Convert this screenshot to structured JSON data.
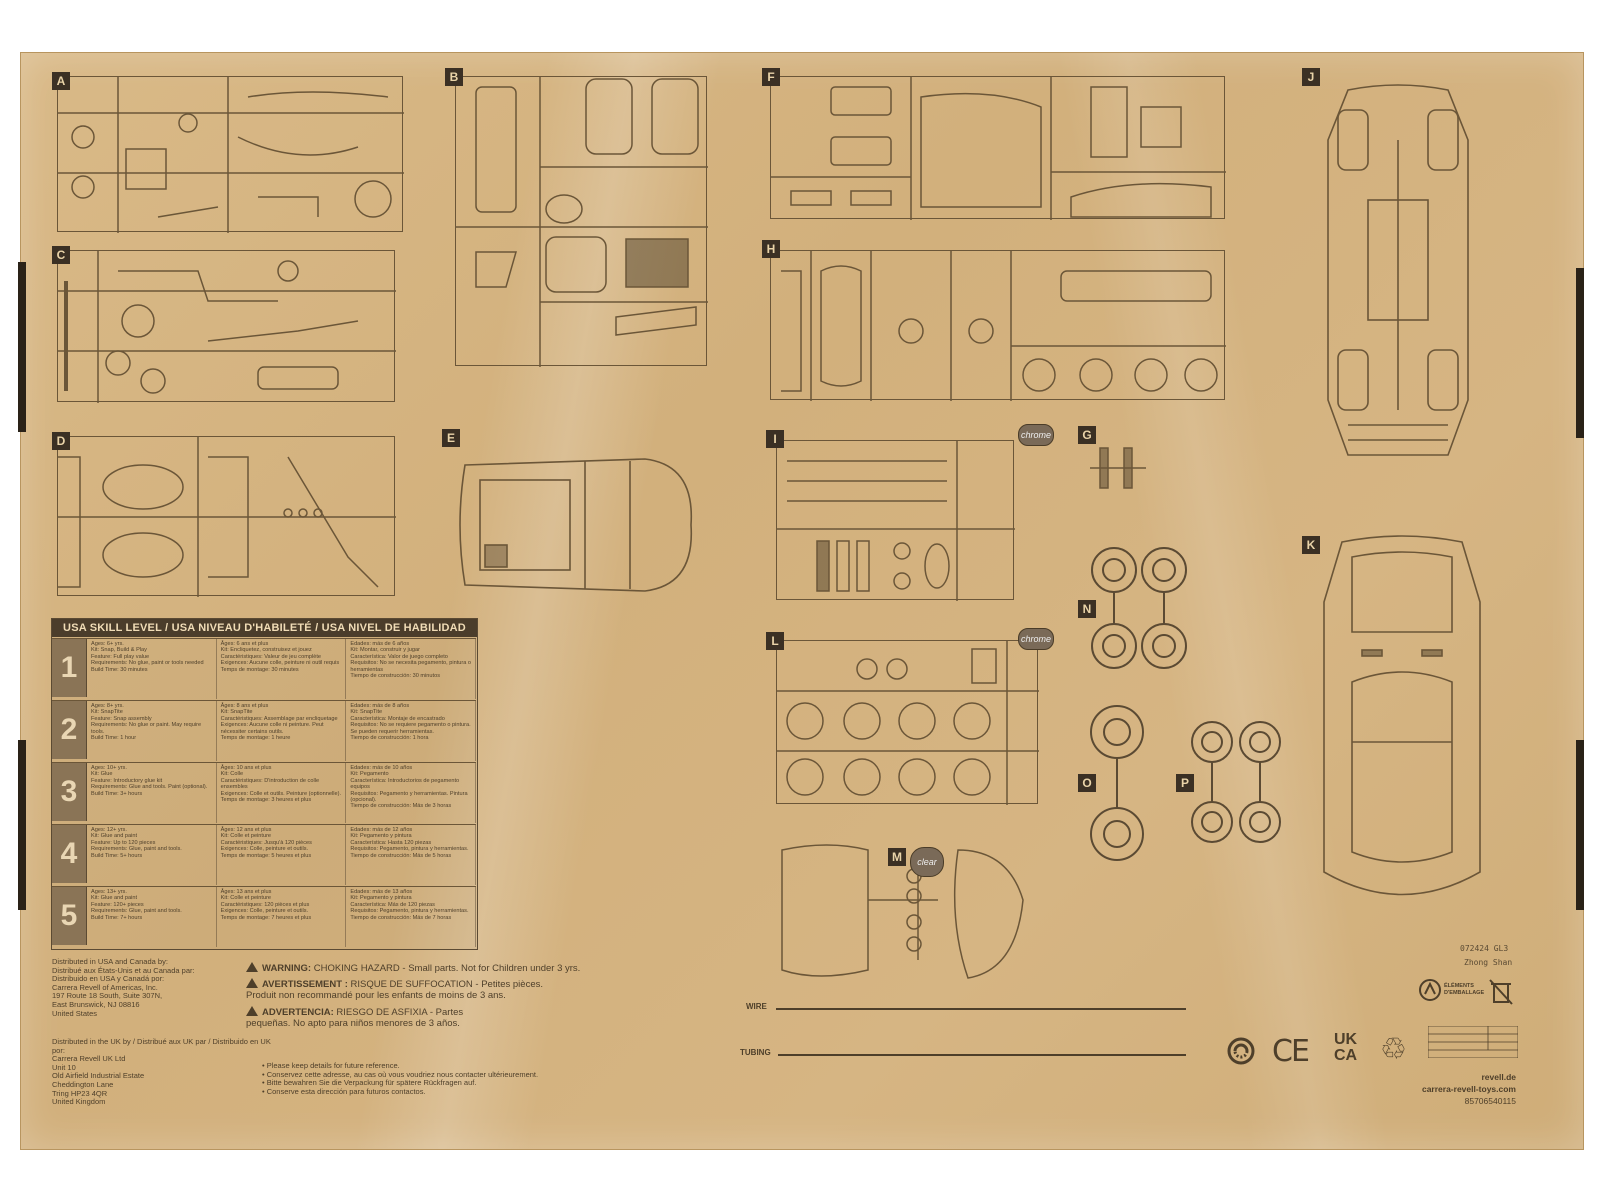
{
  "panels": {
    "a": "A",
    "b": "B",
    "c": "C",
    "d": "D",
    "e": "E",
    "f": "F",
    "g": "G",
    "h": "H",
    "i": "I",
    "j": "J",
    "k": "K",
    "l": "L",
    "m": "M",
    "n": "N",
    "o": "O",
    "p": "P"
  },
  "tags": {
    "chrome": "chrome",
    "clear": "clear"
  },
  "skill": {
    "header": "USA SKILL LEVEL / USA NIVEAU D'HABILETÉ / USA NIVEL DE HABILIDAD",
    "rows": [
      {
        "level": "1",
        "en": [
          "Ages: 6+ yrs.",
          "Kit: Snap, Build & Play",
          "Feature: Full play value",
          "Requirements: No glue, paint or tools needed",
          "Build Time: 30 minutes"
        ],
        "fr": [
          "Âges: 6 ans et plus",
          "Kit: Encliquetez, construisez et jouez",
          "Caractéristiques: Valeur de jeu complète",
          "Exigences: Aucune colle, peinture ni outil requis",
          "Temps de montage: 30 minutes"
        ],
        "es": [
          "Edades: más de 6 años",
          "Kit: Montar, construir y jugar",
          "Característica: Valor de juego completo",
          "Requisitos: No se necesita pegamento, pintura o herramientas",
          "Tiempo de construcción: 30 minutos"
        ]
      },
      {
        "level": "2",
        "en": [
          "Ages: 8+ yrs.",
          "Kit: SnapTite",
          "Feature: Snap assembly",
          "Requirements: No glue or paint. May require tools.",
          "Build Time: 1 hour"
        ],
        "fr": [
          "Âges: 8 ans et plus",
          "Kit: SnapTite",
          "Caractéristiques: Assemblage par encliquetage",
          "Exigences: Aucune colle ni peinture. Peut nécessiter certains outils.",
          "Temps de montage: 1 heure"
        ],
        "es": [
          "Edades: más de 8 años",
          "Kit: SnapTite",
          "Característica: Montaje de encastrado",
          "Requisitos: No se requiere pegamento o pintura. Se pueden requerir herramientas.",
          "Tiempo de construcción: 1 hora"
        ]
      },
      {
        "level": "3",
        "en": [
          "Ages: 10+ yrs.",
          "Kit: Glue",
          "Feature: Introductory glue kit",
          "Requirements: Glue and tools. Paint (optional).",
          "Build Time: 3+ hours"
        ],
        "fr": [
          "Âges: 10 ans et plus",
          "Kit: Colle",
          "Caractéristiques: D'introduction de colle ensembles",
          "Exigences: Colle et outils. Peinture (optionnelle).",
          "Temps de montage: 3 heures et plus"
        ],
        "es": [
          "Edades: más de 10 años",
          "Kit: Pegamento",
          "Característica: Introductorios de pegamento equipos",
          "Requisitos: Pegamento y herramientas. Pintura (opcional).",
          "Tiempo de construcción: Más de 3 horas"
        ]
      },
      {
        "level": "4",
        "en": [
          "Ages: 12+ yrs.",
          "Kit: Glue and paint",
          "Feature: Up to 120 pieces",
          "Requirements: Glue, paint and tools.",
          "Build Time: 5+ hours"
        ],
        "fr": [
          "Âges: 12 ans et plus",
          "Kit: Colle et peinture",
          "Caractéristiques: Jusqu'à 120 pièces",
          "Exigences: Colle, peinture et outils.",
          "Temps de montage: 5 heures et plus"
        ],
        "es": [
          "Edades: más de 12 años",
          "Kit: Pegamento y pintura",
          "Característica: Hasta 120 piezas",
          "Requisitos: Pegamento, pintura y herramientas.",
          "Tiempo de construcción: Más de 5 horas"
        ]
      },
      {
        "level": "5",
        "en": [
          "Ages: 13+ yrs.",
          "Kit: Glue and paint",
          "Feature: 120+ pieces",
          "Requirements: Glue, paint and tools.",
          "Build Time: 7+ hours"
        ],
        "fr": [
          "Âges: 13 ans et plus",
          "Kit: Colle et peinture",
          "Caractéristiques: 120 pièces et plus",
          "Exigences: Colle, peinture et outils.",
          "Temps de montage: 7 heures et plus"
        ],
        "es": [
          "Edades: más de 13 años",
          "Kit: Pegamento y pintura",
          "Característica: Más de 120 piezas",
          "Requisitos: Pegamento, pintura y herramientas.",
          "Tiempo de construcción: Más de 7 horas"
        ]
      }
    ]
  },
  "distributor_usa": "Distributed in USA and Canada by:\nDistribué aux États-Unis et au Canada par:\nDistribuido en USA y Canadá por:\nCarrera Revell of Americas, Inc.\n197 Route 18 South, Suite 307N,\nEast Brunswick, NJ 08816\nUnited States",
  "distributor_uk": "Distributed in the UK by / Distribué aux UK par / Distribuido en UK por:\nCarrera Revell UK Ltd\nUnit 10\nOld Airfield Industrial Estate\nCheddington Lane\nTring HP23 4QR\nUnited Kingdom",
  "warnings": [
    {
      "title": "WARNING:",
      "text": "CHOKING HAZARD - Small parts. Not for Children under 3 yrs."
    },
    {
      "title": "AVERTISSEMENT :",
      "text": "RISQUE DE SUFFOCATION - Petites pièces. Produit non recommandé pour les enfants de moins de 3 ans."
    },
    {
      "title": "ADVERTENCIA:",
      "text": "RIESGO DE ASFIXIA - Partes pequeñas. No apto para niños menores de 3 años."
    }
  ],
  "keep_details": "• Please keep details for future reference.\n• Conservez cette adresse, au cas où vous voudriez nous contacter ultérieurement.\n• Bitte bewahren Sie die Verpackung für spätere Rückfragen auf.\n• Conserve esta dirección para futuros contactos.",
  "wire_label": "WIRE",
  "tubing_label": "TUBING",
  "batch_code": "072424 GL3",
  "batch_location": "Zhong Shan",
  "triman_label": "ÉLÉMENTS D'EMBALLAGE",
  "cert_marks": {
    "ce": "CE",
    "ukca_top": "UK",
    "ukca_bottom": "CA"
  },
  "urls": [
    "revell.de",
    "carrera-revell-toys.com"
  ],
  "barcode_number": "85706540115",
  "icons": {
    "warning": "warning-triangle-icon",
    "recycle": "recycle-icon",
    "green_dot": "green-dot-icon",
    "triman": "triman-icon",
    "bin": "crossed-bin-icon"
  }
}
